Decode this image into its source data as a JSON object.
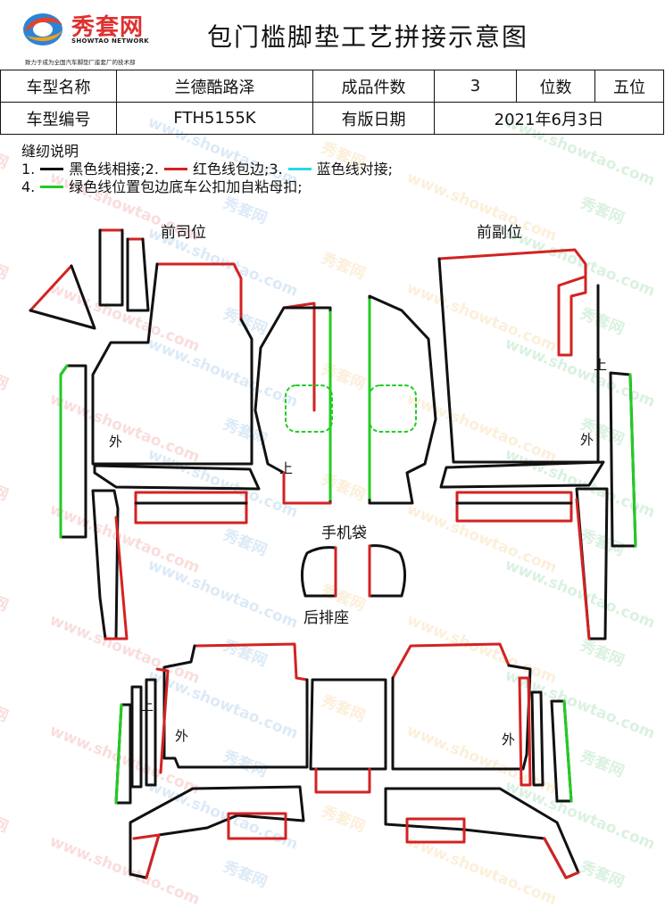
{
  "brand": {
    "name": "秀套网",
    "name_en": "SHOWTAO NETWORK",
    "tagline": "致力于成为全国汽车脚垫厂座套厂的技术部"
  },
  "title": "包门槛脚垫工艺拼接示意图",
  "info": {
    "model_name_label": "车型名称",
    "model_name": "兰德酷路泽",
    "pieces_label": "成品件数",
    "pieces": "3",
    "seats_label": "位数",
    "seats": "五位",
    "model_code_label": "车型编号",
    "model_code": "FTH5155K",
    "date_label": "有版日期",
    "date": "2021年6月3日"
  },
  "sewing": {
    "heading": "缝纫说明",
    "line1_a": "1.",
    "line1_b": "黑色线相接;2.",
    "line1_c": "红色线包边;3.",
    "line1_d": "蓝色线对接;",
    "line2_a": "4.",
    "line2_b": "绿色线位置包边底车公扣加自粘母扣;"
  },
  "line_colors": {
    "black": "#111111",
    "red": "#d32222",
    "cyan": "#27d6e6",
    "green": "#22cc22"
  },
  "labels": {
    "driver_front": "前司位",
    "passenger_front": "前副位",
    "phone_bag": "手机袋",
    "rear_seat": "后排座",
    "outer": "外",
    "upper": "上"
  },
  "watermark": {
    "brand": "秀套网",
    "url": "www.showtao.com"
  }
}
